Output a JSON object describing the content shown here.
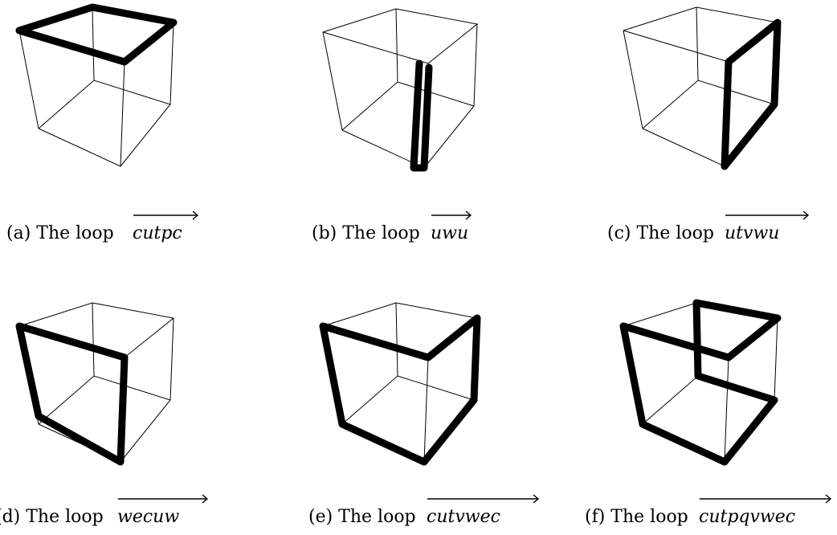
{
  "panels": [
    {
      "id": "a",
      "prefix": "(a) The loop ",
      "word": "cutpc"
    },
    {
      "id": "b",
      "prefix": "(b) The loop ",
      "word": "uwu"
    },
    {
      "id": "c",
      "prefix": "(c) The loop ",
      "word": "utvwu"
    },
    {
      "id": "d",
      "prefix": "(d) The loop ",
      "word": "wecuw"
    },
    {
      "id": "e",
      "prefix": "(e) The loop ",
      "word": "cutvwec"
    },
    {
      "id": "f",
      "prefix": "(f) The loop ",
      "word": "cutpqvwec"
    }
  ]
}
